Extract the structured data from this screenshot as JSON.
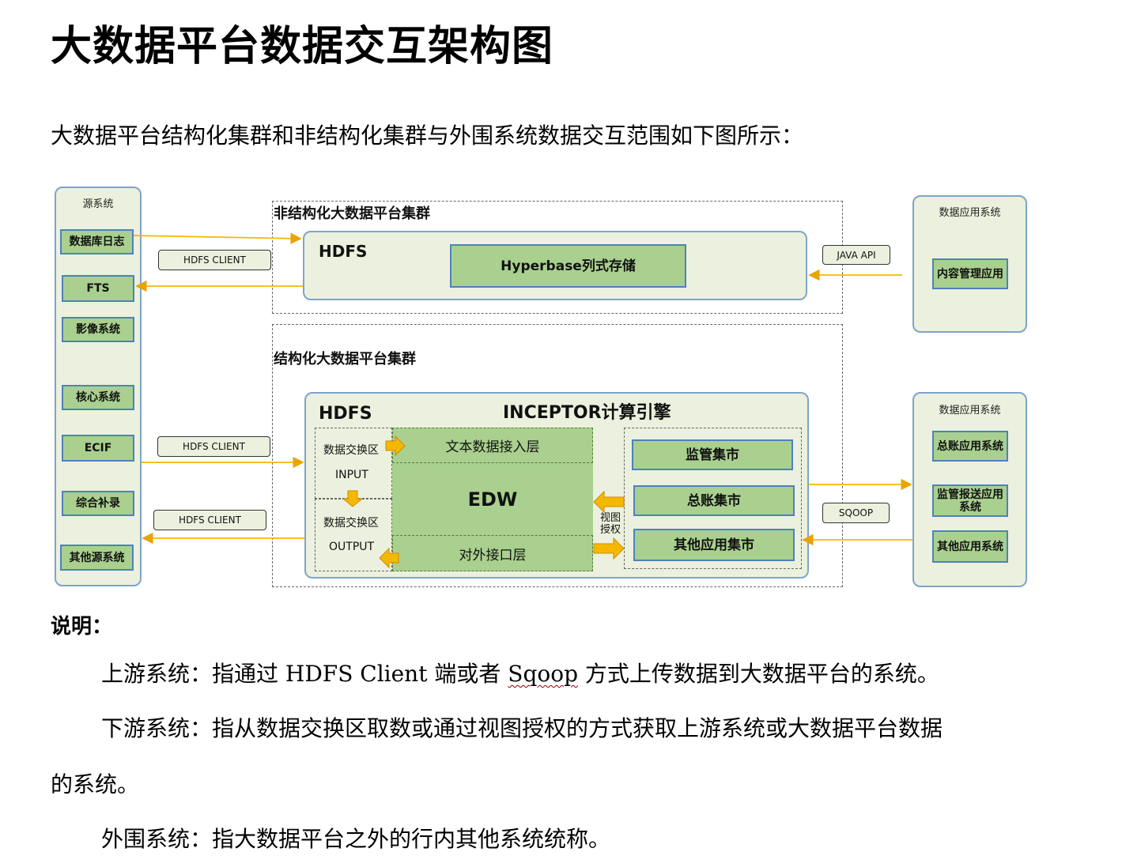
{
  "title": "大数据平台数据交互架构图",
  "intro": "大数据平台结构化集群和非结构化集群与外围系统数据交互范围如下图所示：",
  "diagram": {
    "source_panel": {
      "title": "源系统",
      "items": [
        "数据库日志",
        "FTS",
        "影像系统",
        "核心系统",
        "ECIF",
        "综合补录",
        "其他源系统"
      ]
    },
    "unstructured": {
      "label": "非结构化大数据平台集群",
      "hdfs": "HDFS",
      "storage": "Hyperbase列式存储",
      "client": "HDFS CLIENT",
      "api": "JAVA API"
    },
    "structured": {
      "label": "结构化大数据平台集群",
      "hdfs": "HDFS",
      "engine": "INCEPTOR计算引擎",
      "zone": "数据交换区",
      "input": "INPUT",
      "output": "OUTPUT",
      "text_layer": "文本数据接入层",
      "edw": "EDW",
      "interface_layer": "对外接口层",
      "view_auth": "视图授权",
      "marts": [
        "监管集市",
        "总账集市",
        "其他应用集市"
      ],
      "client_in": "HDFS CLIENT",
      "client_out": "HDFS CLIENT",
      "sqoop": "SQOOP"
    },
    "app_panel_top": {
      "title": "数据应用系统",
      "items": [
        "内容管理应用"
      ]
    },
    "app_panel_bottom": {
      "title": "数据应用系统",
      "items": [
        "总账应用系统",
        "监管报送应用系统",
        "其他应用系统"
      ]
    },
    "colors": {
      "panel_fill": "#ebf1de",
      "box_fill": "#a9d08e",
      "box_border": "#4f81bd",
      "arrow": "#f5b800",
      "connector": "#f5b800"
    }
  },
  "notes": {
    "heading": "说明：",
    "upstream_a": "上游系统：指通过 HDFS Client 端或者 ",
    "upstream_sqoop": "Sqoop",
    "upstream_b": " 方式上传数据到大数据平台的系统。",
    "downstream_1": "下游系统：指从数据交换区取数或通过视图授权的方式获取上游系统或大数据平台数据",
    "downstream_2": "的系统。",
    "peripheral": "外围系统：指大数据平台之外的行内其他系统统称。"
  }
}
